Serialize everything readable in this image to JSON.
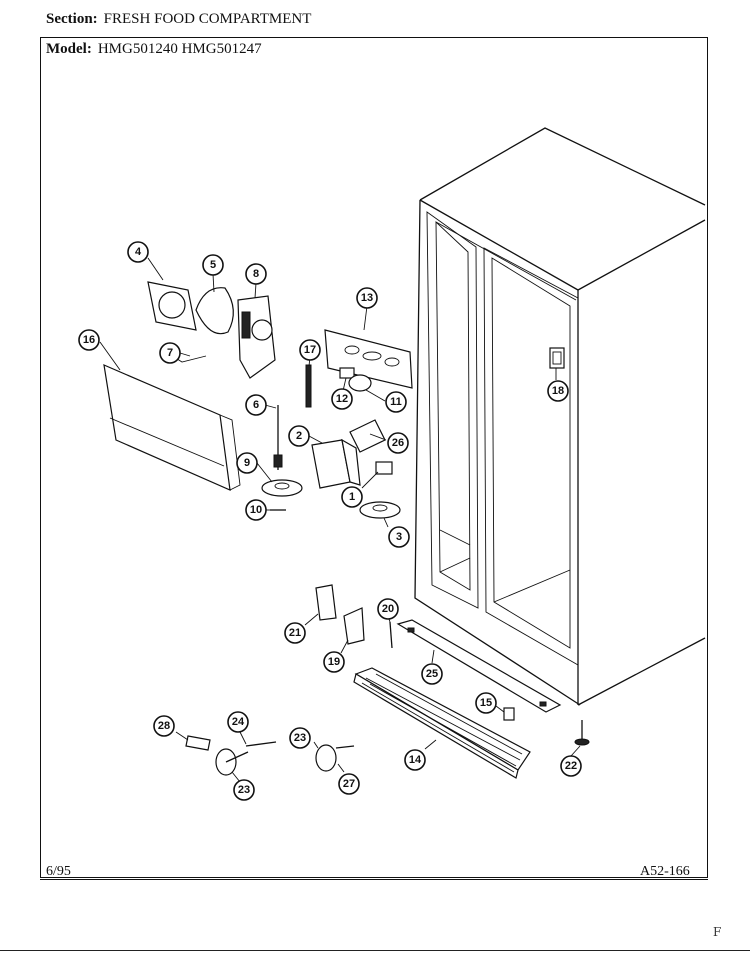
{
  "header": {
    "section_label": "Section:",
    "section_value": "FRESH FOOD COMPARTMENT",
    "model_label": "Model:",
    "model_value": "HMG501240  HMG501247"
  },
  "footer": {
    "date": "6/95",
    "code": "A52-166"
  },
  "corner_mark": "F",
  "callouts": {
    "c1": "1",
    "c2": "2",
    "c3": "3",
    "c4": "4",
    "c5": "5",
    "c6": "6",
    "c7": "7",
    "c8": "8",
    "c9": "9",
    "c10": "10",
    "c11": "11",
    "c12": "12",
    "c13": "13",
    "c14": "14",
    "c15": "15",
    "c16": "16",
    "c17": "17",
    "c18": "18",
    "c19": "19",
    "c20": "20",
    "c21": "21",
    "c22": "22",
    "c23a": "23",
    "c23b": "23",
    "c24": "24",
    "c25": "25",
    "c26": "26",
    "c27": "27",
    "c28": "28"
  }
}
